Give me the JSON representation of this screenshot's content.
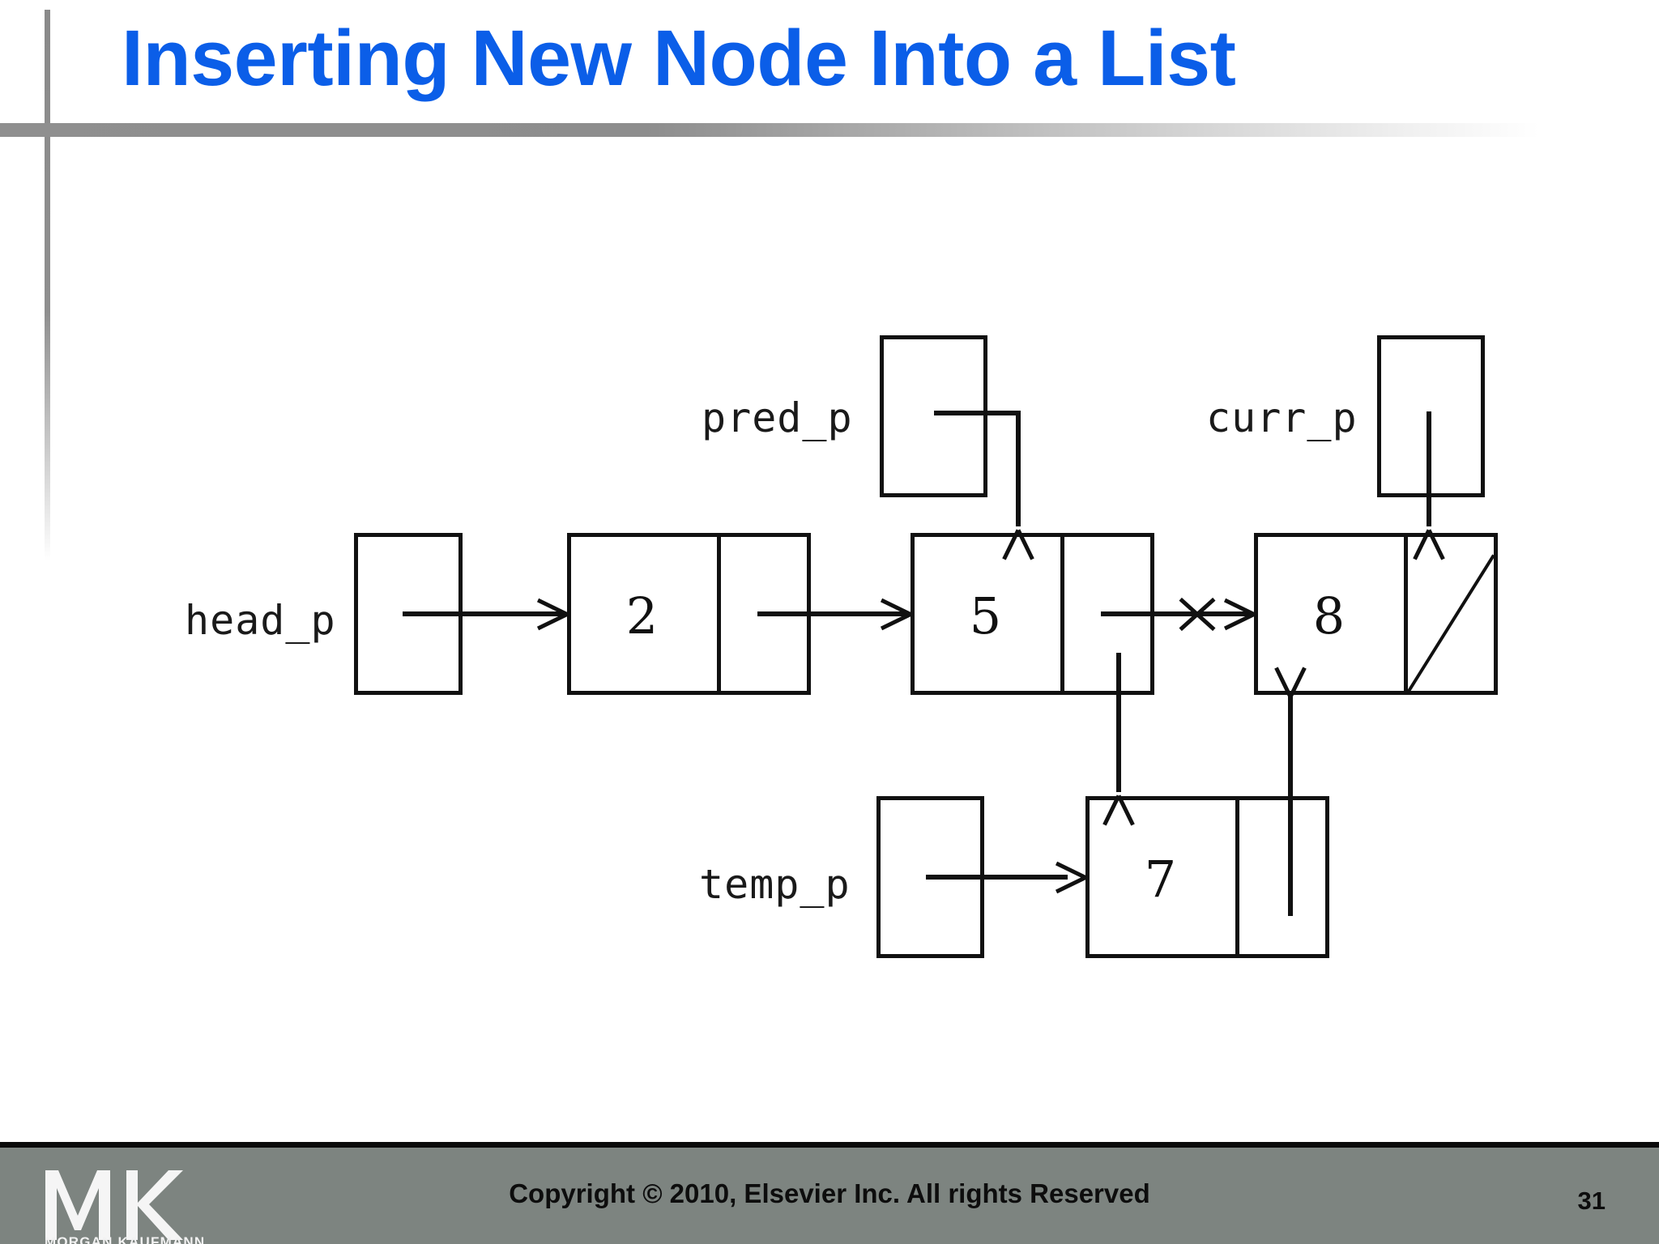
{
  "slide": {
    "title": "Inserting New Node Into a List",
    "title_color": "#0B5EE8",
    "page_number": "31"
  },
  "footer": {
    "copyright": "Copyright © 2010, Elsevier Inc. All rights Reserved",
    "logo_text": "MK",
    "logo_wordmark": "MORGAN KAUFMANN",
    "background_color": "#7d8480"
  },
  "diagram": {
    "type": "linked-list-insertion",
    "pointer_labels": [
      {
        "name": "head_p",
        "label": "head_p"
      },
      {
        "name": "pred_p",
        "label": "pred_p"
      },
      {
        "name": "curr_p",
        "label": "curr_p"
      },
      {
        "name": "temp_p",
        "label": "temp_p"
      }
    ],
    "nodes": [
      {
        "name": "node-2",
        "value": "2"
      },
      {
        "name": "node-5",
        "value": "5"
      },
      {
        "name": "node-8",
        "value": "8"
      },
      {
        "name": "node-7",
        "value": "7"
      }
    ],
    "links": [
      {
        "name": "head-to-2",
        "from": "head_p",
        "to": "node-2",
        "state": "active"
      },
      {
        "name": "2-to-5",
        "from": "node-2",
        "to": "node-5",
        "state": "active"
      },
      {
        "name": "pred-to-5",
        "from": "pred_p",
        "to": "node-5",
        "state": "active"
      },
      {
        "name": "curr-to-8",
        "from": "curr_p",
        "to": "node-8",
        "state": "active"
      },
      {
        "name": "5-to-8",
        "from": "node-5",
        "to": "node-8",
        "state": "crossed-out"
      },
      {
        "name": "5-to-7",
        "from": "node-5",
        "to": "node-7",
        "state": "active"
      },
      {
        "name": "temp-to-7",
        "from": "temp_p",
        "to": "node-7",
        "state": "active"
      },
      {
        "name": "7-to-8",
        "from": "node-7",
        "to": "node-8",
        "state": "active"
      }
    ],
    "null_terminator": {
      "name": "node-8-null",
      "node": "node-8"
    }
  }
}
